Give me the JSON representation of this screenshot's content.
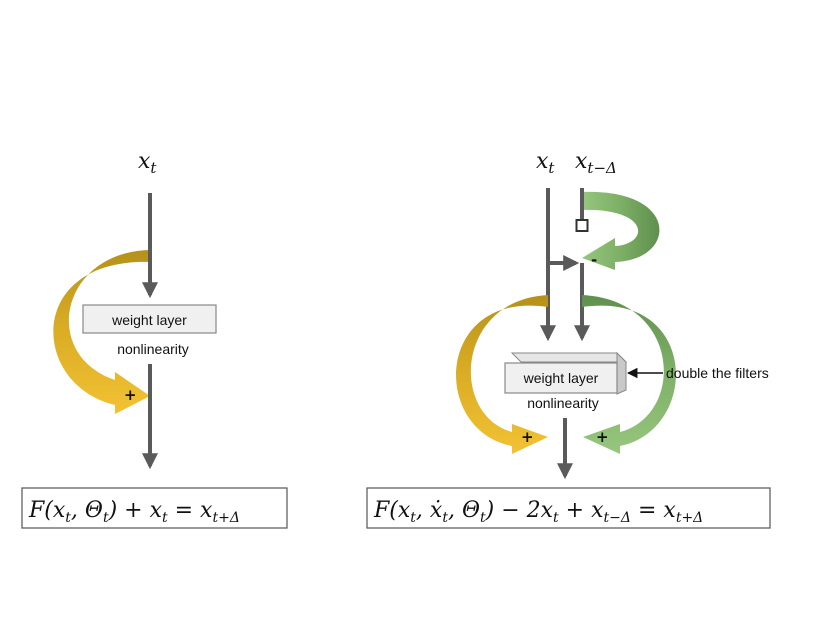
{
  "colors": {
    "line": "#5a5a5a",
    "gold_light": "#f3c233",
    "gold_dark": "#b5911a",
    "green_light": "#97c67e",
    "green_dark": "#5f8f4e"
  },
  "left": {
    "input_label": "x_t",
    "layer_label": "weight layer",
    "nonlinearity_label": "nonlinearity",
    "skip_sign": "+",
    "equation": "F(x_t, Θ_t) + x_t = x_{t+Δ}"
  },
  "right": {
    "input_label": "x_t",
    "prev_input_label": "x_{t−Δ}",
    "layer_label": "weight layer",
    "nonlinearity_label": "nonlinearity",
    "annotation": "double the filters",
    "sub_sign": "-",
    "skip_sign_left": "+",
    "skip_sign_right": "+",
    "equation": "F(x_t, ẋ_t, Θ_t) − 2x_t + x_{t−Δ} = x_{t+Δ}"
  }
}
